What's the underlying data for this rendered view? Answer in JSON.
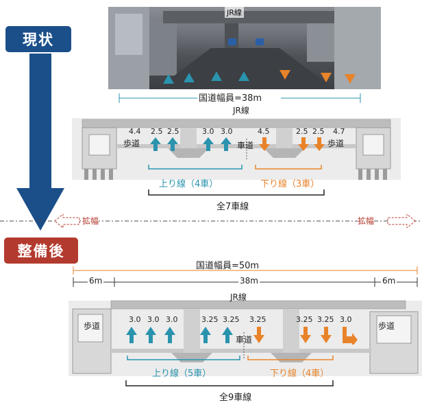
{
  "labels": {
    "current": "現状",
    "after": "整備後",
    "widen": "拡幅",
    "photo_caption": "JR線",
    "jr_line": "JR線"
  },
  "current": {
    "road_width": "国道幅員=38m",
    "sidewalk_left": "歩道",
    "sidewalk_right": "歩道",
    "bus_lane": "車道",
    "lane_widths": [
      "4.4",
      "2.5",
      "2.5",
      "3.0",
      "3.0",
      "4.5",
      "2.5",
      "2.5",
      "4.7"
    ],
    "up_label": "上り線（4車）",
    "down_label": "下り線（3車）",
    "total": "全7車線"
  },
  "after": {
    "road_width": "国道幅員=50m",
    "dim_left": "6m",
    "dim_center": "38m",
    "dim_right": "6m",
    "sidewalk_left": "歩道",
    "sidewalk_right": "歩道",
    "bus_lane": "車道",
    "lane_widths": [
      "3.0",
      "3.0",
      "3.0",
      "3.25",
      "3.25",
      "3.25",
      "3.25",
      "3.25",
      "3.0"
    ],
    "up_label": "上り線（5車）",
    "down_label": "下り線（4車）",
    "total": "全9車線"
  },
  "colors": {
    "navy": "#1b4f8a",
    "red": "#b33a2e",
    "teal": "#2a93ae",
    "orange": "#e8832a",
    "structure": "#cfcfcf",
    "dark_arrow": "#1c4d86"
  }
}
